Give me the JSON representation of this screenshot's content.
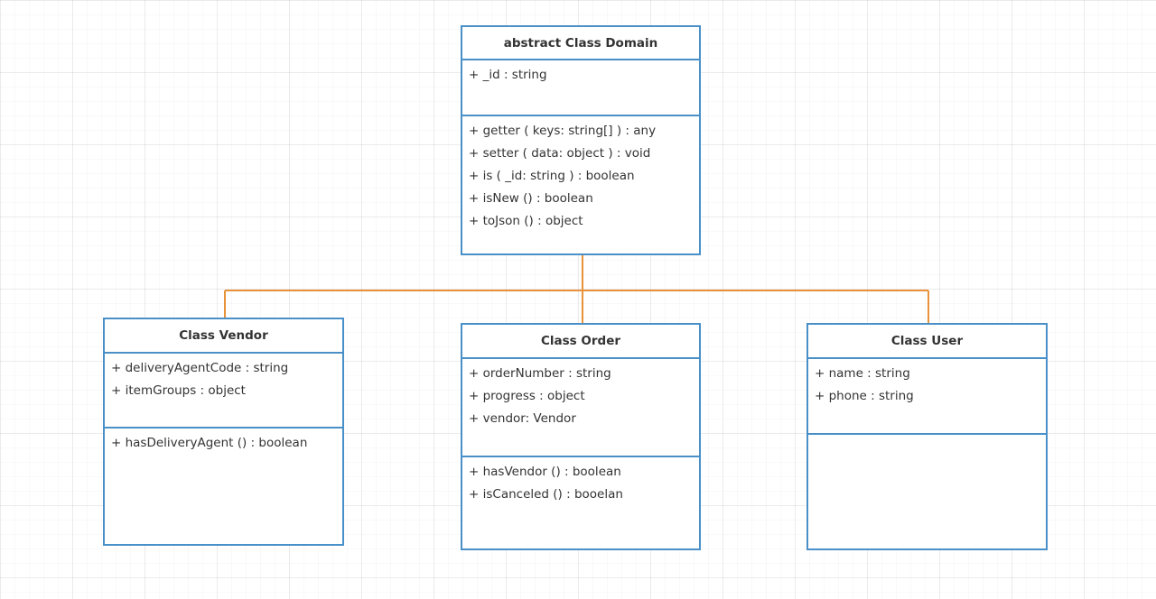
{
  "diagram": {
    "type": "uml-class-diagram",
    "colors": {
      "class_border": "#4a90c8",
      "connector": "#e8923a",
      "text": "#333333"
    },
    "classes": [
      {
        "id": "domain",
        "title": "abstract Class Domain",
        "attributes": [
          "+ _id : string"
        ],
        "methods": [
          "+ getter ( keys: string[] ) : any",
          "+ setter ( data: object ) : void",
          "+ is ( _id: string ) : boolean",
          "+ isNew () : boolean",
          "+ toJson () : object"
        ]
      },
      {
        "id": "vendor",
        "title": "Class Vendor",
        "attributes": [
          "+ deliveryAgentCode : string",
          "+ itemGroups : object"
        ],
        "methods": [
          "+ hasDeliveryAgent () : boolean"
        ]
      },
      {
        "id": "order",
        "title": "Class Order",
        "attributes": [
          "+ orderNumber : string",
          "+ progress : object",
          "+ vendor: Vendor"
        ],
        "methods": [
          "+ hasVendor () : boolean",
          "+ isCanceled () : booelan"
        ]
      },
      {
        "id": "user",
        "title": "Class User",
        "attributes": [
          "+ name : string",
          "+ phone : string"
        ],
        "methods": []
      }
    ],
    "relations": [
      {
        "type": "inheritance",
        "from": "vendor",
        "to": "domain"
      },
      {
        "type": "inheritance",
        "from": "order",
        "to": "domain"
      },
      {
        "type": "inheritance",
        "from": "user",
        "to": "domain"
      }
    ]
  }
}
